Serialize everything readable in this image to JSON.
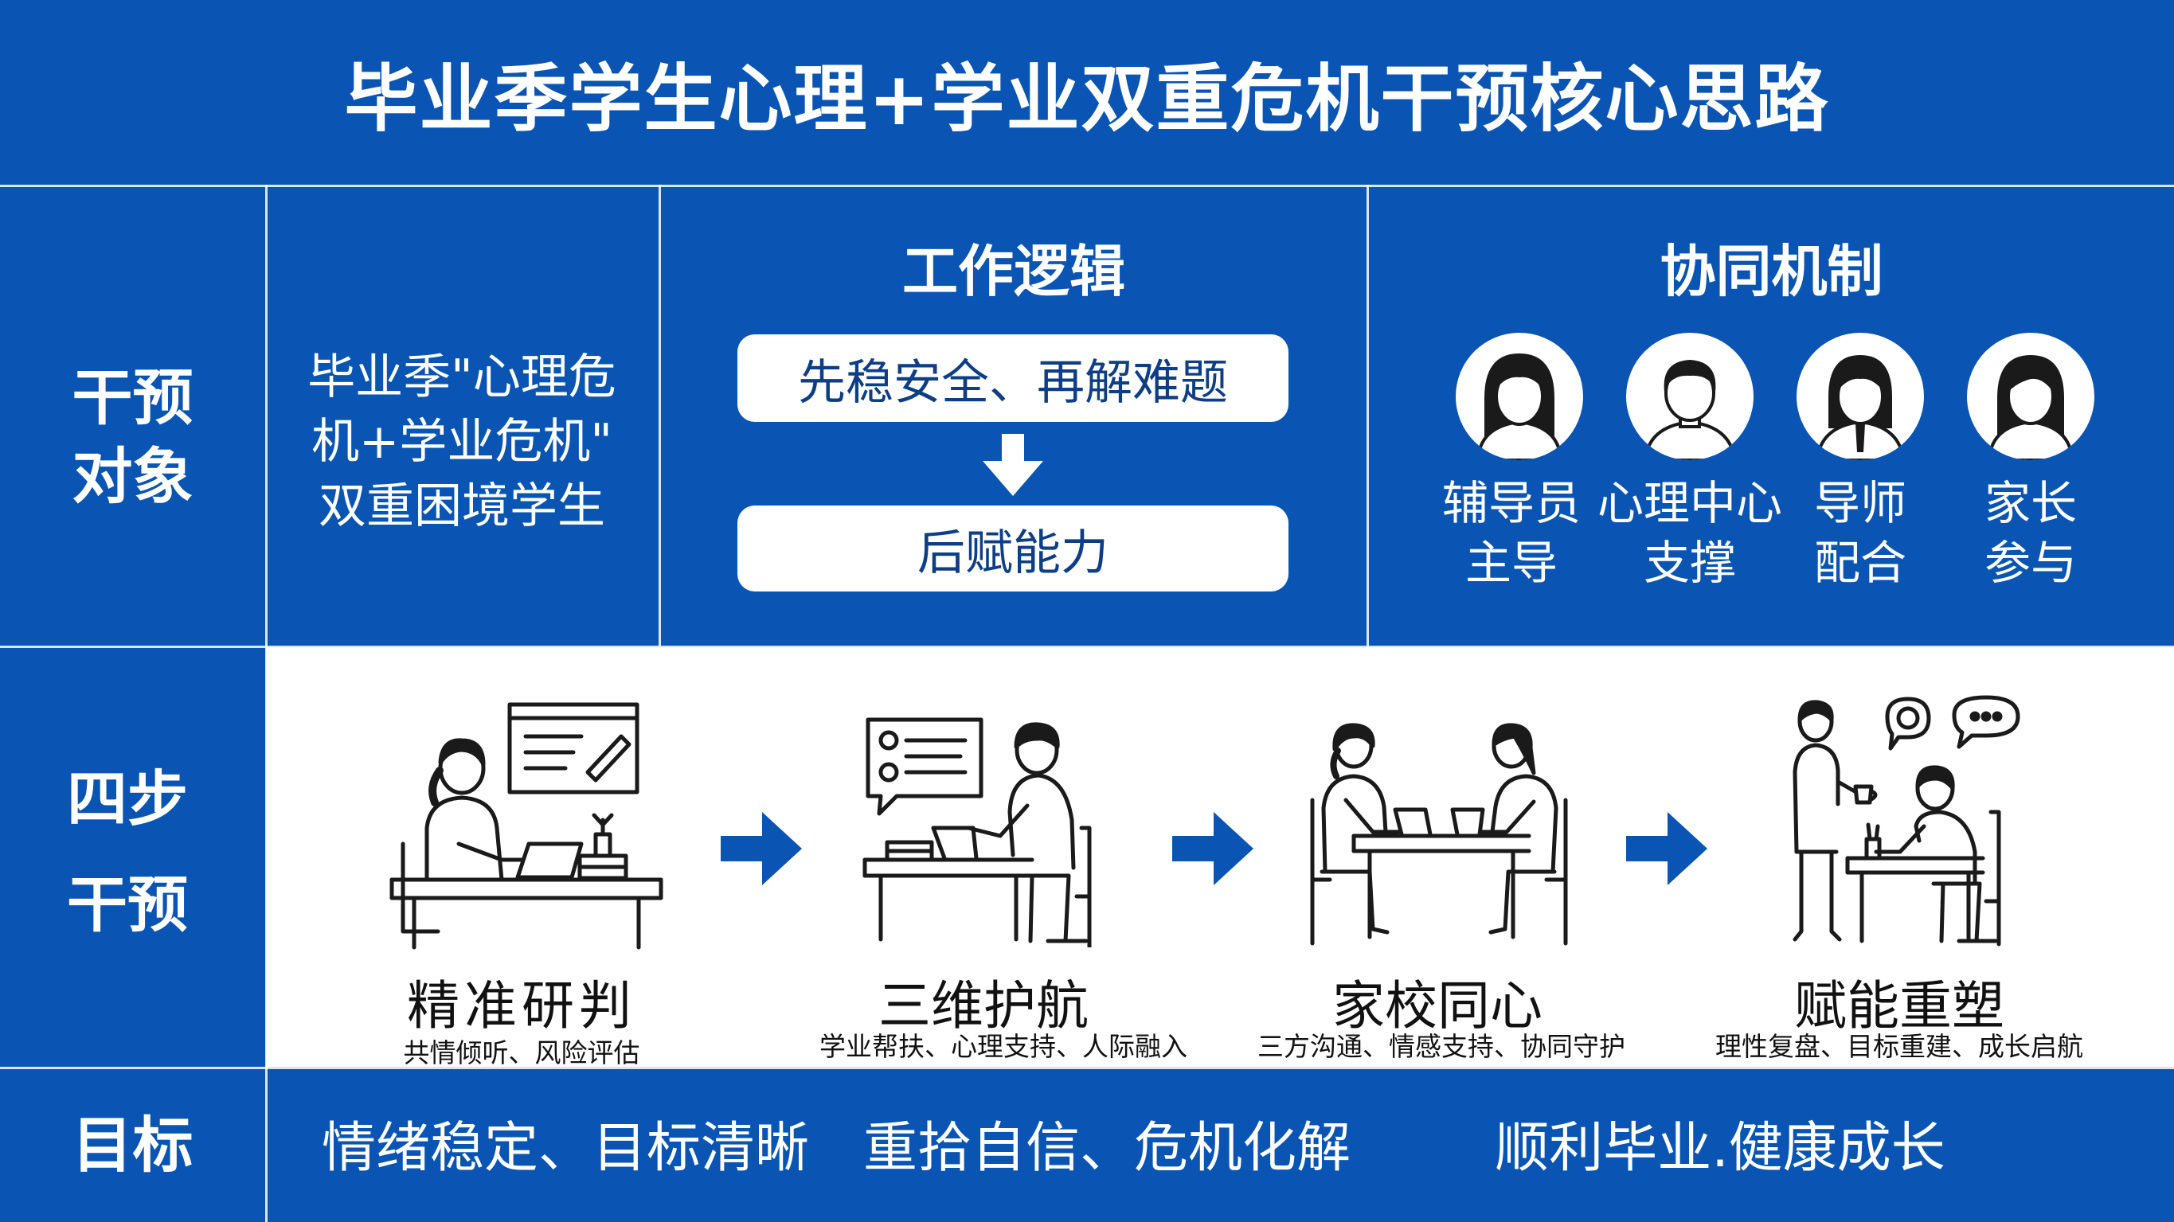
{
  "header": {
    "title": "毕业季学生心理+学业双重危机干预核心思路"
  },
  "rows": {
    "target": [
      "干预",
      "对象"
    ],
    "steps": [
      "四步",
      "干预"
    ],
    "goal": "目标"
  },
  "target": {
    "lines": [
      "毕业季\"心理危",
      "机+学业危机\"",
      "双重困境学生"
    ]
  },
  "logic": {
    "title": "工作逻辑",
    "first": "先稳安全、再解难题",
    "second": "后赋能力"
  },
  "coop": {
    "title": "协同机制",
    "roles": [
      {
        "icon": "counselor-avatar-icon",
        "lines": [
          "辅导员",
          "主导"
        ]
      },
      {
        "icon": "psych-center-avatar-icon",
        "lines": [
          "心理中心",
          "支撑"
        ]
      },
      {
        "icon": "mentor-avatar-icon",
        "lines": [
          "导师",
          "配合"
        ]
      },
      {
        "icon": "parent-avatar-icon",
        "lines": [
          "家长",
          "参与"
        ]
      }
    ]
  },
  "steps": [
    {
      "title": "精准研判",
      "sub": "共情倾听、风险评估",
      "icon": "student-at-desk-icon"
    },
    {
      "title": "三维护航",
      "sub": "学业帮扶、心理支持、人际融入",
      "icon": "advisor-at-desk-icon"
    },
    {
      "title": "家校同心",
      "sub": "三方沟通、情感支持、协同守护",
      "icon": "family-school-meeting-icon"
    },
    {
      "title": "赋能重塑",
      "sub": "理性复盘、目标重建、成长启航",
      "icon": "mentor-guidance-icon"
    }
  ],
  "goals": [
    "情绪稳定、目标清晰",
    "重拾自信、危机化解",
    "顺利毕业.健康成长"
  ],
  "colors": {
    "background": "#0a55b3",
    "arrow": "#0a55b3",
    "pill_text": "#0d3e86",
    "panel": "#ffffff"
  }
}
